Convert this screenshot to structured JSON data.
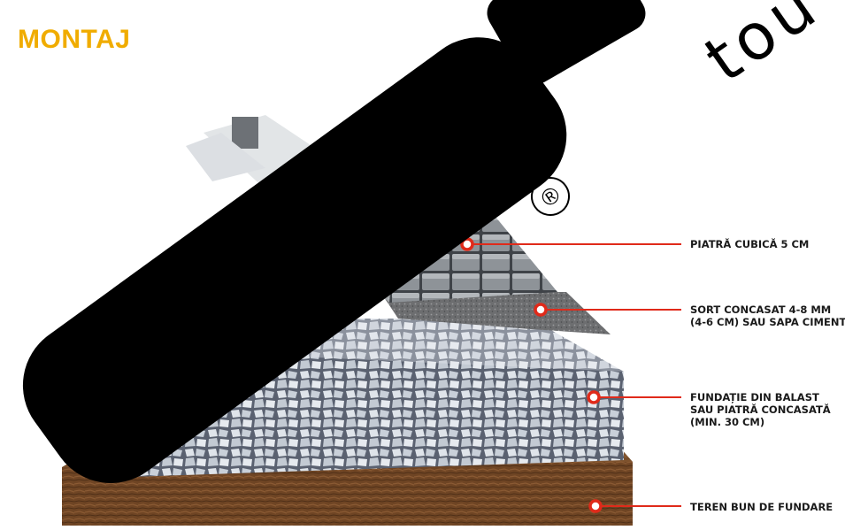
{
  "header": {
    "title": "MONTAJ"
  },
  "logo": {
    "text": "tou",
    "registered_mark": "®"
  },
  "layers": [
    {
      "name": "piatra-cubica",
      "label": "PIATRĂ CUBICĂ 5 CM"
    },
    {
      "name": "sort-concasat",
      "label": "SORT CONCASAT 4-8 MM\n(4-6 CM) SAU SAPA CIMENT"
    },
    {
      "name": "fundatie",
      "label": "FUNDAȚIE DIN BALAST\nSAU PIATRĂ CONCASATĂ\n(MIN. 30 CM)"
    },
    {
      "name": "teren",
      "label": "TEREN BUN DE FUNDARE"
    }
  ],
  "colors": {
    "title": "#f0ac00",
    "callout": "#e02a1a",
    "soil": "#6b4322",
    "gravel": "#d3d8de",
    "stone": "#8a8e93",
    "logo": "#000000"
  }
}
